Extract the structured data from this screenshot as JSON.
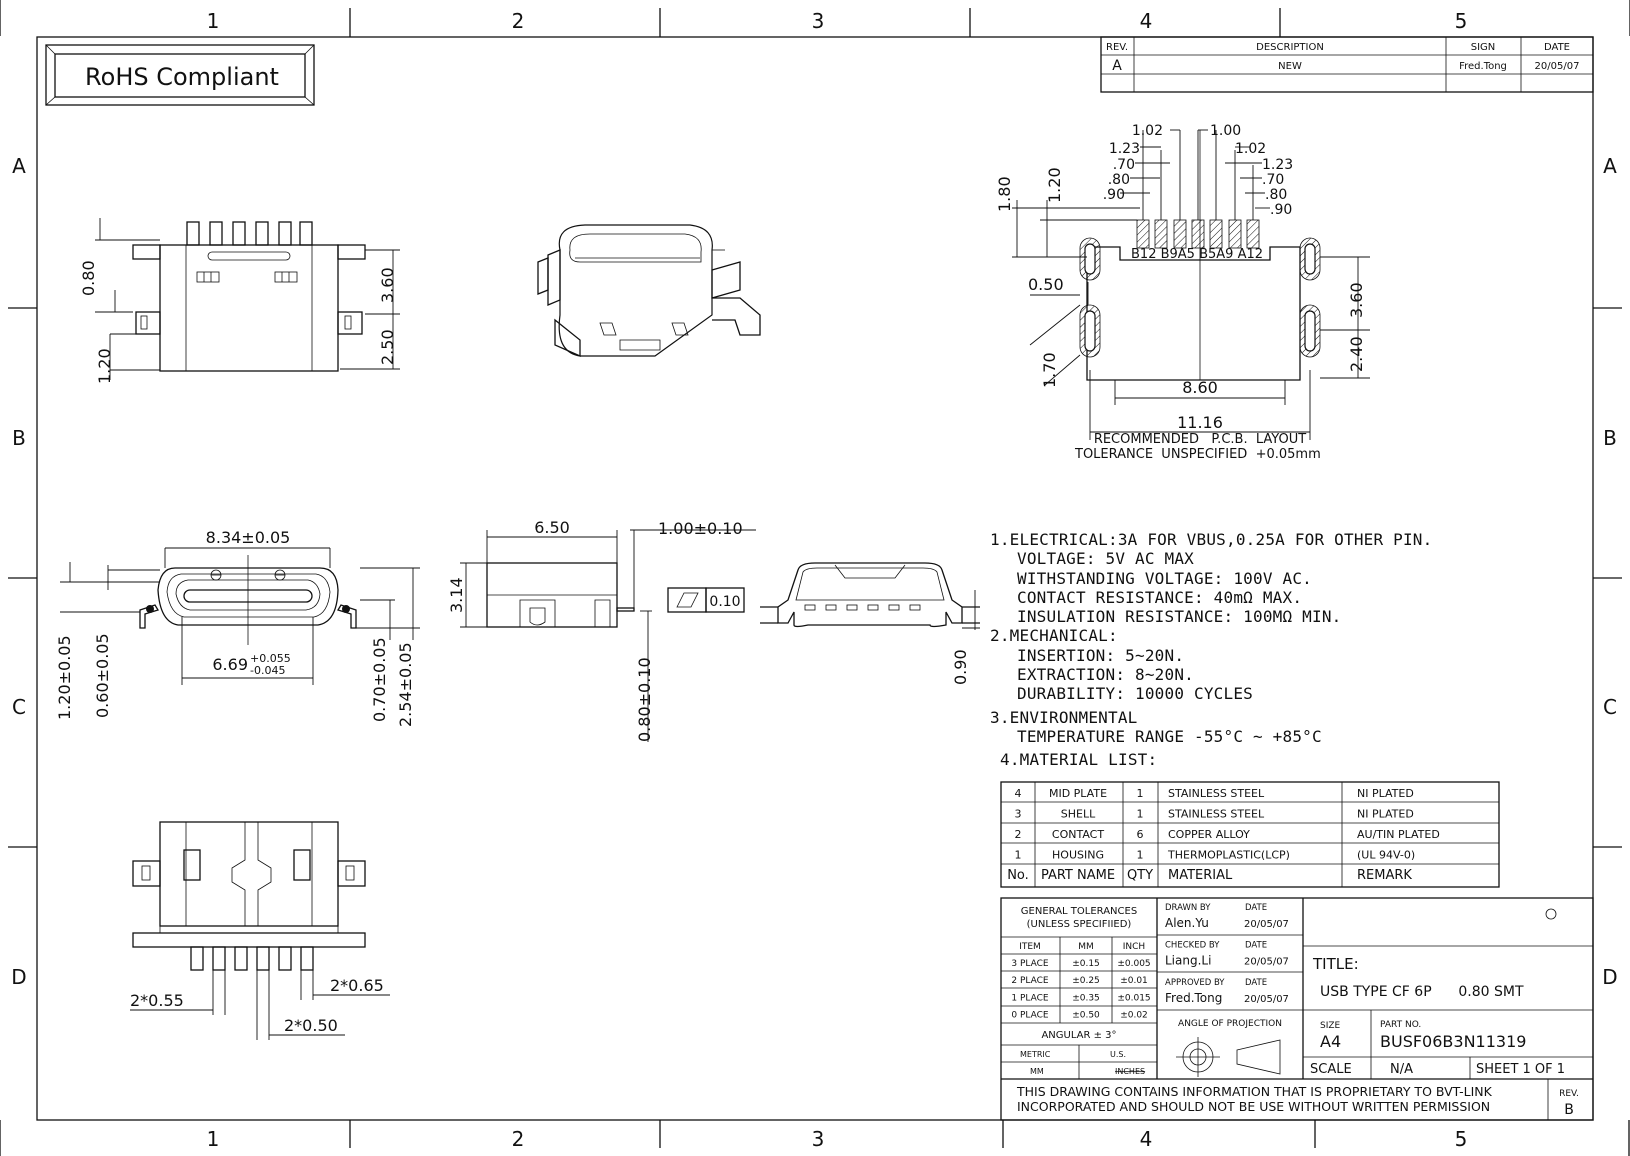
{
  "border": {
    "cols": [
      "1",
      "2",
      "3",
      "4",
      "5"
    ],
    "rows": [
      "A",
      "B",
      "C",
      "D"
    ]
  },
  "rohs": "RoHS Compliant",
  "revision_table": {
    "headers": [
      "REV.",
      "DESCRIPTION",
      "SIGN",
      "DATE"
    ],
    "row": [
      "A",
      "NEW",
      "Fred.Tong",
      "20/05/07"
    ]
  },
  "views": {
    "top": {
      "dims": [
        "0.80",
        "1.20",
        "3.60",
        "2.50"
      ]
    },
    "pcb_layout": {
      "dims_left": [
        "1.02",
        "1.23",
        ".70",
        ".80",
        ".90"
      ],
      "dims_right": [
        "1.00",
        "1.02",
        "1.23",
        ".70",
        ".80",
        ".90"
      ],
      "vertical": [
        "1.80",
        "1.20"
      ],
      "pins": "B12 B9A5 B5A9 A12",
      "d_050": "0.50",
      "d_170": "1.70",
      "d_360": "3.60",
      "d_240": "2.40",
      "d_860": "8.60",
      "d_1116": "11.16",
      "caption": "RECOMMENDED   P.C.B.  LAYOUT",
      "tolerance": "TOLERANCE  UNSPECIFIED  +0.05mm"
    },
    "front": {
      "width": "8.34±0.05",
      "inner": "6.69",
      "inner_plus": "+0.055",
      "inner_minus": "-0.045",
      "left_dims": [
        "1.20±0.05",
        "0.60±0.05"
      ],
      "right_dims": [
        "0.70±0.05",
        "2.54±0.05"
      ]
    },
    "side": {
      "length": "6.50",
      "pin": "1.00±0.10",
      "height": "3.14",
      "flatness": "0.10",
      "pin_thk": "0.80±0.10"
    },
    "rear": {
      "dim": "0.90"
    },
    "bottom": {
      "d1": "2*0.55",
      "d2": "2*0.65",
      "d3": "2*0.50"
    }
  },
  "notes": {
    "l1": "1.ELECTRICAL:3A FOR VBUS,0.25A FOR OTHER PIN.",
    "l2": "VOLTAGE: 5V AC MAX",
    "l3": "WITHSTANDING VOLTAGE: 100V AC.",
    "l4": "CONTACT RESISTANCE: 40mΩ MAX.",
    "l5": "INSULATION RESISTANCE: 100MΩ MIN.",
    "l6": "2.MECHANICAL:",
    "l7": "INSERTION: 5~20N.",
    "l8": "EXTRACTION: 8~20N.",
    "l9": "DURABILITY: 10000 CYCLES",
    "l10": "3.ENVIRONMENTAL",
    "l11": "TEMPERATURE RANGE -55°C ~ +85°C",
    "l12": "4.MATERIAL LIST:"
  },
  "material_list": [
    [
      "4",
      "MID PLATE",
      "1",
      "STAINLESS STEEL",
      "NI PLATED"
    ],
    [
      "3",
      "SHELL",
      "1",
      "STAINLESS STEEL",
      "NI PLATED"
    ],
    [
      "2",
      "CONTACT",
      "6",
      "COPPER ALLOY",
      "AU/TIN PLATED"
    ],
    [
      "1",
      "HOUSING",
      "1",
      "THERMOPLASTIC(LCP)",
      "(UL 94V-0)"
    ],
    [
      "No.",
      "PART NAME",
      "QTY",
      "MATERIAL",
      "REMARK"
    ]
  ],
  "tolerances": {
    "title1": "GENERAL TOLERANCES",
    "title2": "(UNLESS SPECIFIIED)",
    "headers": [
      "ITEM",
      "MM",
      "INCH"
    ],
    "rows": [
      [
        "3 PLACE",
        "±0.15",
        "±0.005"
      ],
      [
        "2 PLACE",
        "±0.25",
        "±0.01"
      ],
      [
        "1 PLACE",
        "±0.35",
        "±0.015"
      ],
      [
        "0 PLACE",
        "±0.50",
        "±0.02"
      ]
    ],
    "angular": "ANGULAR ± 3°",
    "metric": "METRIC",
    "us": "U.S.",
    "mm": "MM",
    "inches": "INCHES"
  },
  "signatures": [
    {
      "role": "DRAWN BY",
      "date_label": "DATE",
      "name": "Alen.Yu",
      "date": "20/05/07"
    },
    {
      "role": "CHECKED BY",
      "date_label": "DATE",
      "name": "Liang.Li",
      "date": "20/05/07"
    },
    {
      "role": "APPROVED BY",
      "date_label": "DATE",
      "name": "Fred.Tong",
      "date": "20/05/07"
    }
  ],
  "projection": "ANGLE OF PROJECTION",
  "title_label": "TITLE:",
  "title_value": "USB TYPE CF 6P      0.80 SMT",
  "size_label": "SIZE",
  "size_value": "A4",
  "part_label": "PART NO.",
  "part_value": "BUSF06B3N11319",
  "scale_label": "SCALE",
  "scale_value": "N/A",
  "sheet": "SHEET 1 OF 1",
  "proprietary1": "THIS DRAWING CONTAINS INFORMATION THAT IS PROPRIETARY TO BVT-LINK",
  "proprietary2": "INCORPORATED AND SHOULD NOT BE USE WITHOUT WRITTEN PERMISSION",
  "rev_label": "REV.",
  "rev_value": "B"
}
